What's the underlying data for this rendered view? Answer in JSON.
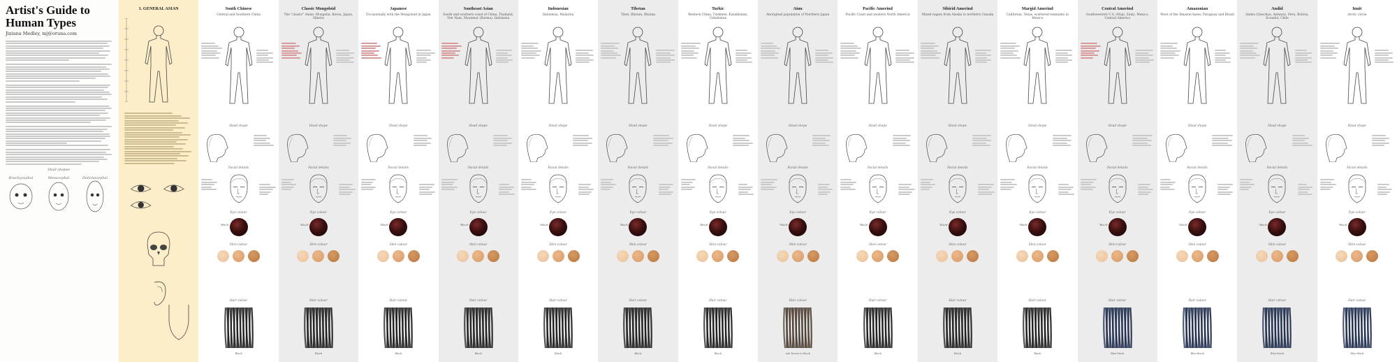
{
  "intro": {
    "title_line1": "Artist's Guide to",
    "title_line2": "Human Types",
    "credit": "Jixiuna Medley, mj@oruna.com",
    "figure_caption": "Skull shapes",
    "skull_labels": [
      "Brachycephal",
      "Mesocephal",
      "Dolichocephal"
    ]
  },
  "section_labels": {
    "head": "Head shape",
    "facial": "Facial details",
    "eye": "Eye colour",
    "skin": "Skin colour",
    "hair": "Hair colour"
  },
  "columns": [
    {
      "title": "1. GENERAL ASIAN",
      "sub": "",
      "eye": "",
      "hair": "",
      "style": "general"
    },
    {
      "title": "South Chinese",
      "sub": "Central and Southern China",
      "eye": "\"Black\"",
      "hair": "Black",
      "style": "plain"
    },
    {
      "title": "Classic Mongoloid",
      "sub": "The \"classic\" Asian: Mongolia, Korea, Japan, Siberia",
      "eye": "\"Black\"",
      "hair": "Black",
      "style": "shaded"
    },
    {
      "title": "Japanese",
      "sub": "Occasionally with the Mongoloid in Japan",
      "eye": "\"Black\"",
      "hair": "Black",
      "style": "plain"
    },
    {
      "title": "Southeast Asian",
      "sub": "South and southern coast of China, Thailand, Viet Nam, Myanmar (Burma), Indonesia",
      "eye": "\"Black\"",
      "hair": "Black",
      "style": "shaded"
    },
    {
      "title": "Indonesian",
      "sub": "Indonesia, Malaysia",
      "eye": "\"Black\"",
      "hair": "Black",
      "style": "plain"
    },
    {
      "title": "Tibetan",
      "sub": "Tibet, Bhutan, Bhutan",
      "eye": "\"Black\"",
      "hair": "Black",
      "style": "shaded"
    },
    {
      "title": "Turkic",
      "sub": "Western China, Turkmen, Kazakhstan, Uzbekistan",
      "eye": "\"Black\"",
      "hair": "Black",
      "style": "plain"
    },
    {
      "title": "Ainu",
      "sub": "Aboriginal population of Northern Japan",
      "eye": "\"Black\"",
      "hair": "Ash brown to black",
      "style": "shaded"
    },
    {
      "title": "Pacific Amerind",
      "sub": "Pacific Coast and western North America",
      "eye": "\"Black\"",
      "hair": "Black",
      "style": "plain"
    },
    {
      "title": "Sibirid Amerind",
      "sub": "Mixed region from Alaska to northern Canada",
      "eye": "\"Black\"",
      "hair": "Black",
      "style": "shaded"
    },
    {
      "title": "Margid Amerind",
      "sub": "California, Texas, scattered remnants in Mexico",
      "eye": "\"Black\"",
      "hair": "Black",
      "style": "plain"
    },
    {
      "title": "Central Amerind",
      "sub": "Southwestern U.S. (Hopi, Zuni), Mexico, Central America",
      "eye": "\"Black\"",
      "hair": "Blue-black",
      "style": "shaded"
    },
    {
      "title": "Amazonian",
      "sub": "Most of the Amazon basin, Paraguay and Brazil",
      "eye": "\"Black\"",
      "hair": "Blue-black",
      "style": "plain"
    },
    {
      "title": "Andid",
      "sub": "Andes (Quechua, Aymara), Peru, Bolivia, Ecuador, Chile",
      "eye": "\"Black\"",
      "hair": "Blue-black",
      "style": "shaded"
    },
    {
      "title": "Inuit",
      "sub": "Arctic circle",
      "eye": "\"Black\"",
      "hair": "Blue-black",
      "style": "plain"
    }
  ],
  "colors": {
    "general_bg": "#fbeec9",
    "shaded_bg": "#ececec",
    "note_red": "#b32020",
    "eye_dark": "#3a1010",
    "skin_light": "#e9c19b",
    "skin_mid": "#d89a68",
    "skin_dark": "#b9773f",
    "hair_black": "#1a1a1a",
    "hair_blue_black": "#1b2a4a"
  }
}
